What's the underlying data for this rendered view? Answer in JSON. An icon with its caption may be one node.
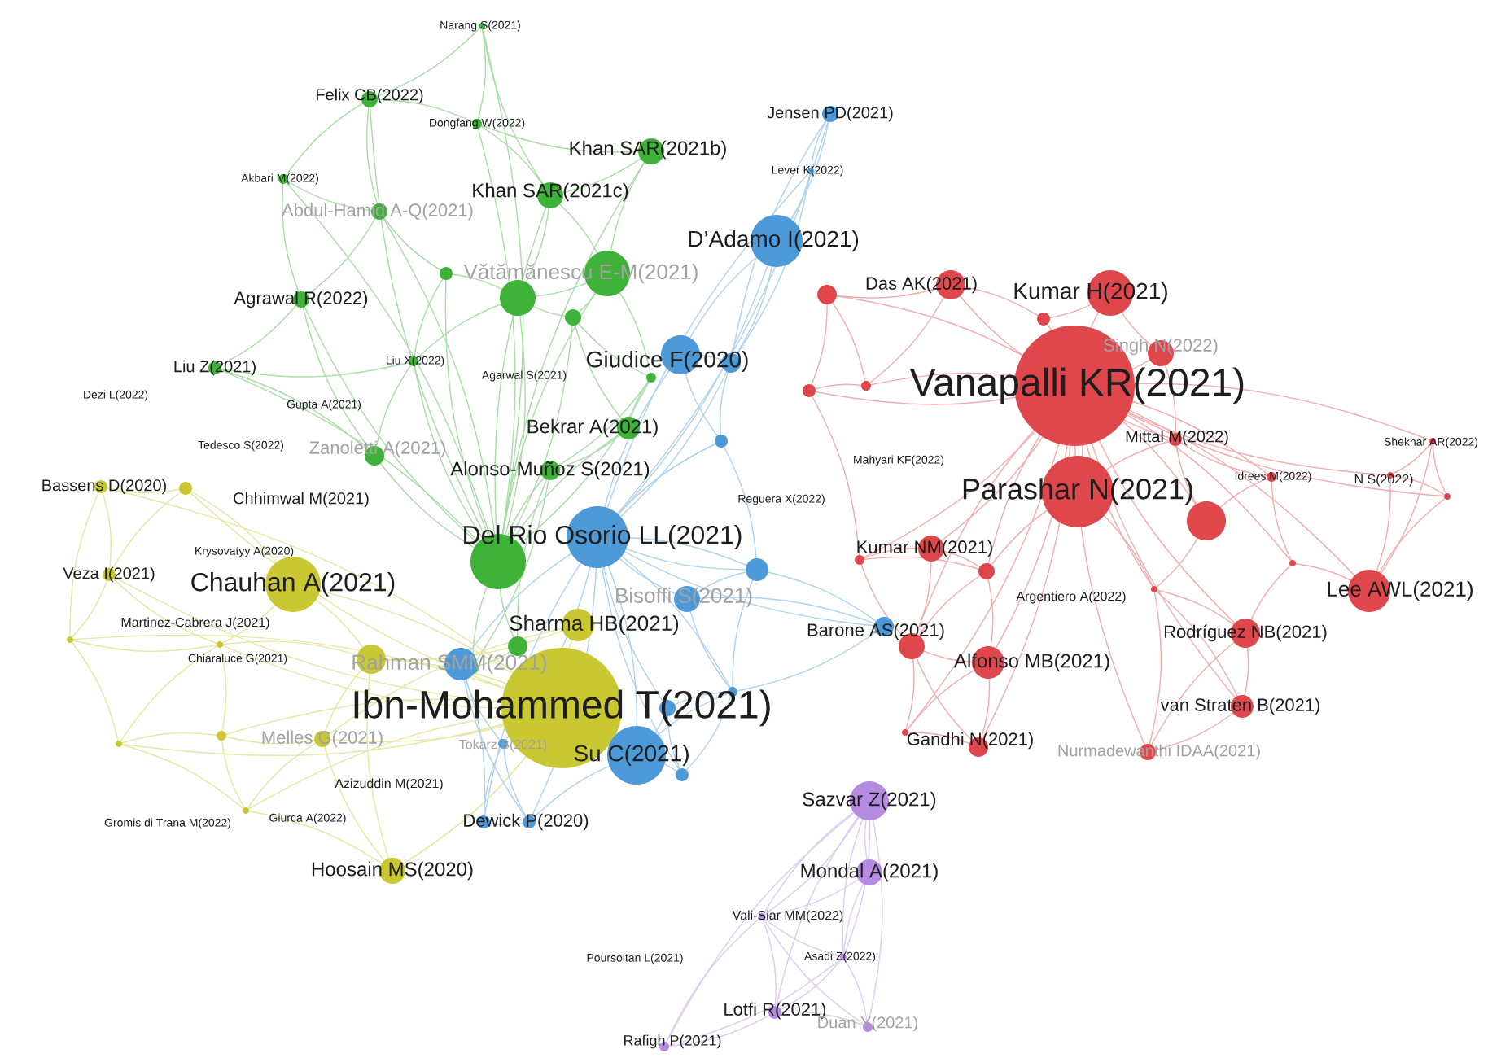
{
  "diagram": {
    "labels": [
      "Narang S(2021)",
      "Felix CB(2022)",
      "Dongfang W(2022)",
      "Khan SAR(2021b)",
      "Akbari M(2022)",
      "Khan SAR(2021c)",
      "Abdul-Hamid A-Q(2021)",
      "D’Adamo I(2021)",
      "Jensen PD(2021)",
      "Lever K(2022)",
      "Vătămănescu E-M(2021)",
      "Das AK(2021)",
      "Kumar H(2021)",
      "Agrawal R(2022)",
      "Vanapalli KR(2021)",
      "Singh N(2022)",
      "Giudice F(2020)",
      "Liu Z(2021)",
      "Liu X(2022)",
      "Agarwal S(2021)",
      "Dezi L(2022)",
      "Gupta A(2021)",
      "Bekrar A(2021)",
      "Tedesco S(2022)",
      "Zanoletti A(2021)",
      "Alonso-Muñoz S(2021)",
      "Bassens D(2020)",
      "Chhimwal M(2021)",
      "Mahyari KF(2022)",
      "Parashar N(2021)",
      "Mittal M(2022)",
      "Shekhar AR(2022)",
      "Idrees M(2022)",
      "N S(2022)",
      "Reguera X(2022)",
      "Del Rio Osorio LL(2021)",
      "Kumar NM(2021)",
      "Krysovatyy A(2020)",
      "Veza I(2021)",
      "Chauhan A(2021)",
      "Argentiero A(2022)",
      "Lee AWL(2021)",
      "Bisoffi S(2021)",
      "Sharma HB(2021)",
      "Barone AS(2021)",
      "Rodríguez NB(2021)",
      "Martinez-Cabrera J(2021)",
      "Alfonso MB(2021)",
      "Chiaraluce G(2021)",
      "Rahman SMM(2021)",
      "Ibn-Mohammed T(2021)",
      "Su C(2021)",
      "van Straten B(2021)",
      "Melles G(2021)",
      "Tokarz B(2021)",
      "Gandhi N(2021)",
      "Nurmadewanthi IDAA(2021)",
      "Azizuddin M(2021)",
      "Gromis di Trana M(2022)",
      "Giurca A(2022)",
      "Dewick P(2020)",
      "Sazvar Z(2021)",
      "Hoosain MS(2020)",
      "Mondal A(2021)",
      "Vali-Siar MM(2022)",
      "Asadi Z(2022)",
      "Poursoltan L(2021)",
      "Lotfi R(2021)",
      "Rafigh P(2021)",
      "Duan Y(2021)"
    ]
  }
}
